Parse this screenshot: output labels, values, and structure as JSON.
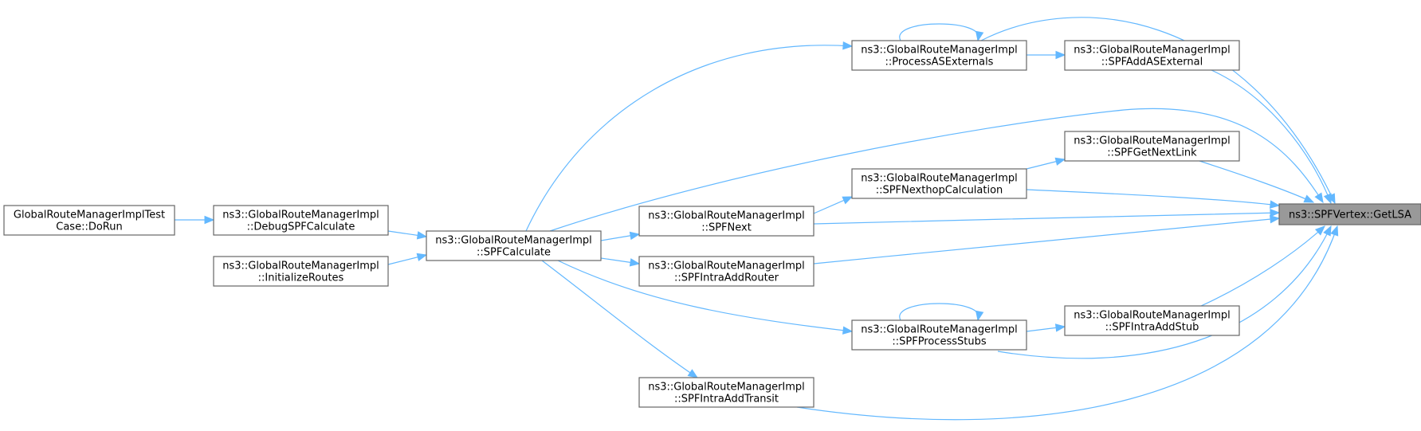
{
  "diagram": {
    "type": "call-graph",
    "edge_color": "#63b8ff",
    "target_fill": "#999999",
    "nodes": [
      {
        "id": "getlsa",
        "lines": [
          "ns3::SPFVertex::GetLSA"
        ],
        "highlighted": true
      },
      {
        "id": "procext",
        "lines": [
          "ns3::GlobalRouteManagerImpl",
          "::ProcessASExternals"
        ]
      },
      {
        "id": "addasext",
        "lines": [
          "ns3::GlobalRouteManagerImpl",
          "::SPFAddASExternal"
        ]
      },
      {
        "id": "getnextlink",
        "lines": [
          "ns3::GlobalRouteManagerImpl",
          "::SPFGetNextLink"
        ]
      },
      {
        "id": "nexthop",
        "lines": [
          "ns3::GlobalRouteManagerImpl",
          "::SPFNexthopCalculation"
        ]
      },
      {
        "id": "spfnext",
        "lines": [
          "ns3::GlobalRouteManagerImpl",
          "::SPFNext"
        ]
      },
      {
        "id": "addrouter",
        "lines": [
          "ns3::GlobalRouteManagerImpl",
          "::SPFIntraAddRouter"
        ]
      },
      {
        "id": "procstubs",
        "lines": [
          "ns3::GlobalRouteManagerImpl",
          "::SPFProcessStubs"
        ]
      },
      {
        "id": "addstub",
        "lines": [
          "ns3::GlobalRouteManagerImpl",
          "::SPFIntraAddStub"
        ]
      },
      {
        "id": "addtransit",
        "lines": [
          "ns3::GlobalRouteManagerImpl",
          "::SPFIntraAddTransit"
        ]
      },
      {
        "id": "spfcalc",
        "lines": [
          "ns3::GlobalRouteManagerImpl",
          "::SPFCalculate"
        ]
      },
      {
        "id": "debugspf",
        "lines": [
          "ns3::GlobalRouteManagerImpl",
          "::DebugSPFCalculate"
        ]
      },
      {
        "id": "initroutes",
        "lines": [
          "ns3::GlobalRouteManagerImpl",
          "::InitializeRoutes"
        ]
      },
      {
        "id": "dorun",
        "lines": [
          "GlobalRouteManagerImplTest",
          "Case::DoRun"
        ]
      }
    ],
    "edges": [
      {
        "from": "procext",
        "to": "getlsa"
      },
      {
        "from": "addasext",
        "to": "getlsa"
      },
      {
        "from": "getnextlink",
        "to": "getlsa"
      },
      {
        "from": "nexthop",
        "to": "getlsa"
      },
      {
        "from": "spfnext",
        "to": "getlsa"
      },
      {
        "from": "addrouter",
        "to": "getlsa"
      },
      {
        "from": "addstub",
        "to": "getlsa"
      },
      {
        "from": "procstubs",
        "to": "getlsa"
      },
      {
        "from": "addtransit",
        "to": "getlsa"
      },
      {
        "from": "spfcalc",
        "to": "getlsa"
      },
      {
        "from": "procext",
        "to": "procext"
      },
      {
        "from": "procext",
        "to": "addasext"
      },
      {
        "from": "nexthop",
        "to": "getnextlink"
      },
      {
        "from": "spfnext",
        "to": "nexthop"
      },
      {
        "from": "spfcalc",
        "to": "spfnext"
      },
      {
        "from": "spfcalc",
        "to": "addrouter"
      },
      {
        "from": "spfcalc",
        "to": "procext"
      },
      {
        "from": "spfcalc",
        "to": "procstubs"
      },
      {
        "from": "spfcalc",
        "to": "addtransit"
      },
      {
        "from": "procstubs",
        "to": "procstubs"
      },
      {
        "from": "procstubs",
        "to": "addstub"
      },
      {
        "from": "debugspf",
        "to": "spfcalc"
      },
      {
        "from": "initroutes",
        "to": "spfcalc"
      },
      {
        "from": "dorun",
        "to": "debugspf"
      }
    ]
  }
}
